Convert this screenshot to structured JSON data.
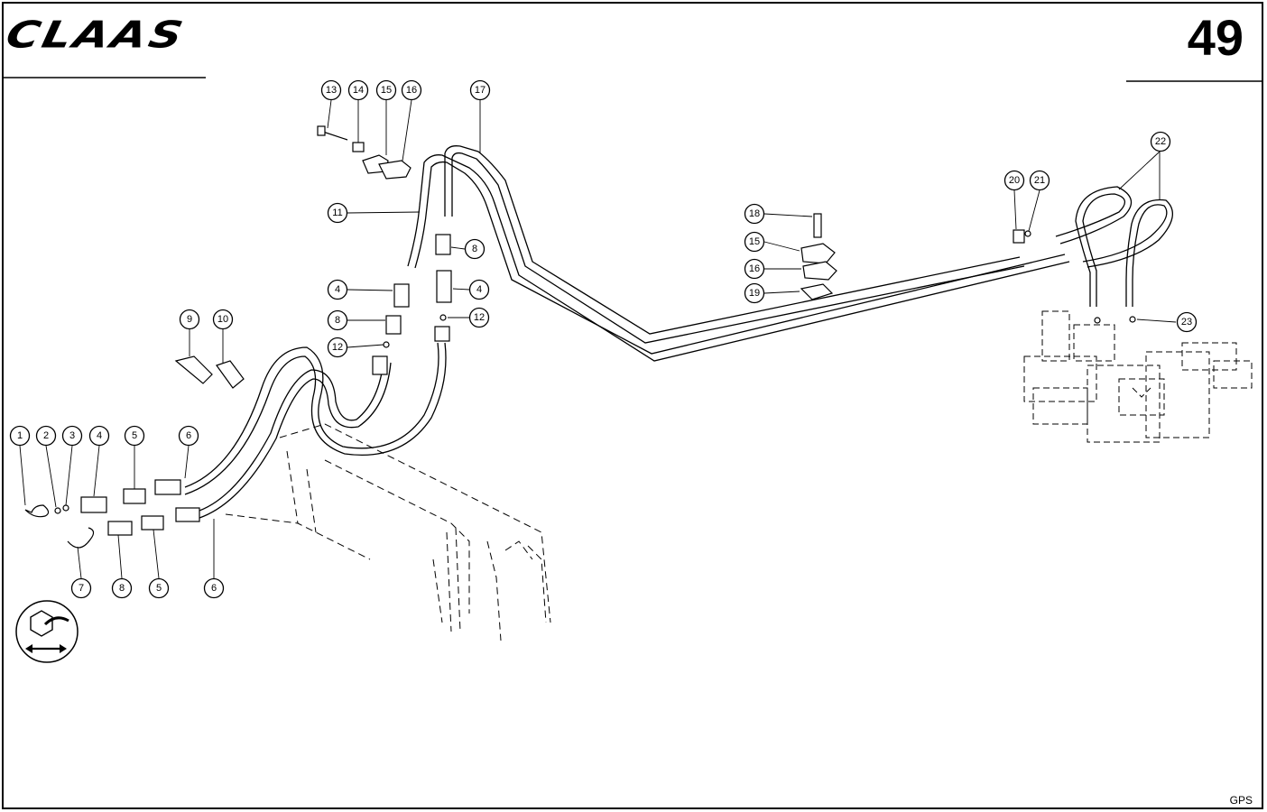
{
  "header": {
    "brand": "CLAAS",
    "page_number": "49"
  },
  "footer": {
    "code": "GPS"
  },
  "callouts": [
    {
      "id": "c13a",
      "label": "13"
    },
    {
      "id": "c14a",
      "label": "14"
    },
    {
      "id": "c15a",
      "label": "15"
    },
    {
      "id": "c16a",
      "label": "16"
    },
    {
      "id": "c17",
      "label": "17"
    },
    {
      "id": "c11",
      "label": "11"
    },
    {
      "id": "c8a",
      "label": "8"
    },
    {
      "id": "c4a",
      "label": "4"
    },
    {
      "id": "c4b",
      "label": "4"
    },
    {
      "id": "c8b",
      "label": "8"
    },
    {
      "id": "c12a",
      "label": "12"
    },
    {
      "id": "c12b",
      "label": "12"
    },
    {
      "id": "c9",
      "label": "9"
    },
    {
      "id": "c10",
      "label": "10"
    },
    {
      "id": "c1",
      "label": "1"
    },
    {
      "id": "c2",
      "label": "2"
    },
    {
      "id": "c3",
      "label": "3"
    },
    {
      "id": "c4c",
      "label": "4"
    },
    {
      "id": "c5a",
      "label": "5"
    },
    {
      "id": "c6a",
      "label": "6"
    },
    {
      "id": "c7",
      "label": "7"
    },
    {
      "id": "c8c",
      "label": "8"
    },
    {
      "id": "c5b",
      "label": "5"
    },
    {
      "id": "c6b",
      "label": "6"
    },
    {
      "id": "c18",
      "label": "18"
    },
    {
      "id": "c15b",
      "label": "15"
    },
    {
      "id": "c16b",
      "label": "16"
    },
    {
      "id": "c19",
      "label": "19"
    },
    {
      "id": "c20",
      "label": "20"
    },
    {
      "id": "c21",
      "label": "21"
    },
    {
      "id": "c22",
      "label": "22"
    },
    {
      "id": "c23",
      "label": "23"
    }
  ],
  "icons": {
    "hydraulic_symbol": "hydraulic-coupling-icon"
  }
}
